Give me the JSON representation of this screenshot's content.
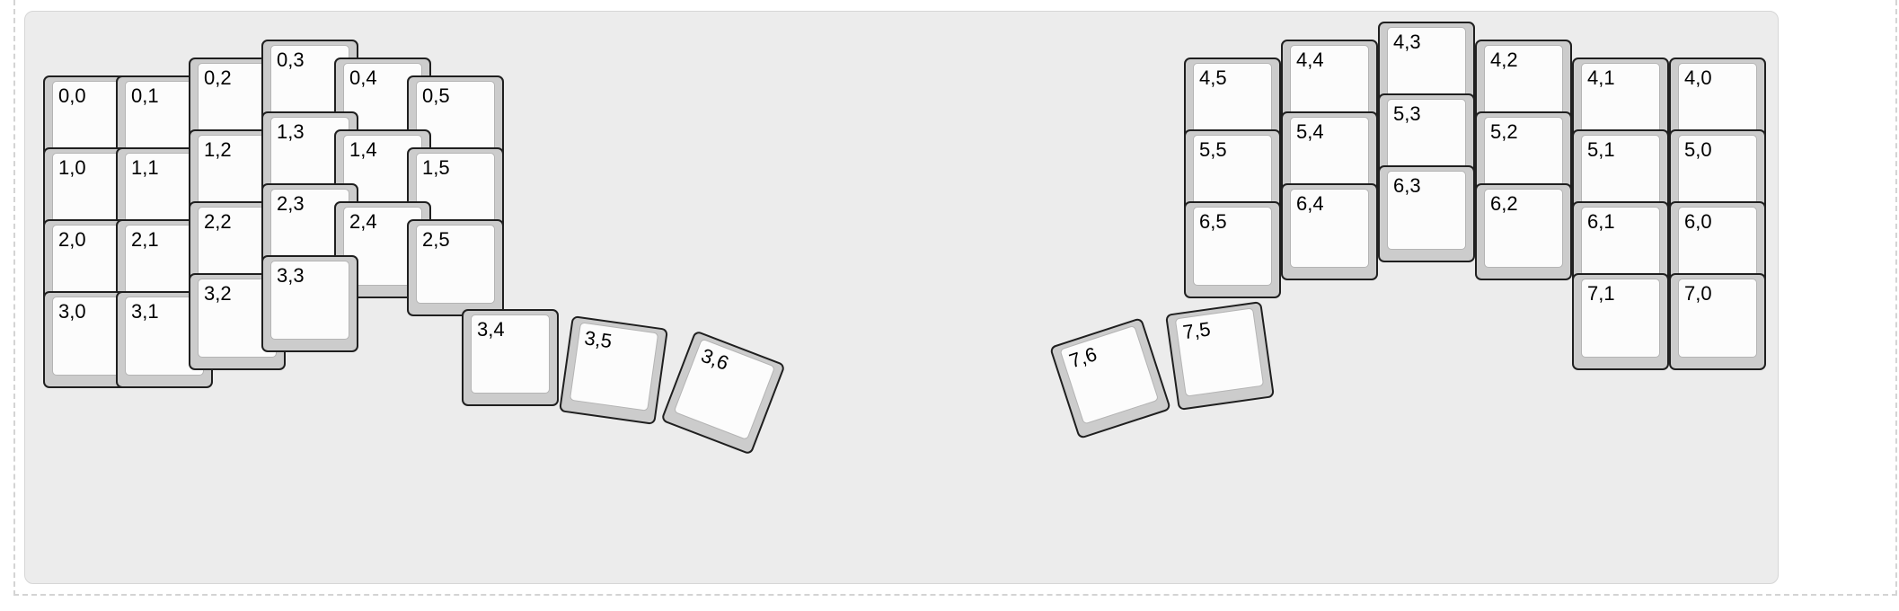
{
  "keyboard": {
    "layout": "split ergonomic, column-staggered with rotated thumb keys",
    "colors": {
      "board_background": "#ececec",
      "key_border": "#1f1f1f",
      "key_side": "#cccccc",
      "key_top": "#fcfcfc"
    },
    "left_half": [
      {
        "label": "0,0"
      },
      {
        "label": "0,1"
      },
      {
        "label": "0,2"
      },
      {
        "label": "0,3"
      },
      {
        "label": "0,4"
      },
      {
        "label": "0,5"
      },
      {
        "label": "1,0"
      },
      {
        "label": "1,1"
      },
      {
        "label": "1,2"
      },
      {
        "label": "1,3"
      },
      {
        "label": "1,4"
      },
      {
        "label": "1,5"
      },
      {
        "label": "2,0"
      },
      {
        "label": "2,1"
      },
      {
        "label": "2,2"
      },
      {
        "label": "2,3"
      },
      {
        "label": "2,4"
      },
      {
        "label": "2,5"
      },
      {
        "label": "3,0"
      },
      {
        "label": "3,1"
      },
      {
        "label": "3,2"
      },
      {
        "label": "3,3"
      },
      {
        "label": "3,4"
      },
      {
        "label": "3,5"
      },
      {
        "label": "3,6"
      }
    ],
    "right_half": [
      {
        "label": "4,5"
      },
      {
        "label": "4,4"
      },
      {
        "label": "4,3"
      },
      {
        "label": "4,2"
      },
      {
        "label": "4,1"
      },
      {
        "label": "4,0"
      },
      {
        "label": "5,5"
      },
      {
        "label": "5,4"
      },
      {
        "label": "5,3"
      },
      {
        "label": "5,2"
      },
      {
        "label": "5,1"
      },
      {
        "label": "5,0"
      },
      {
        "label": "6,5"
      },
      {
        "label": "6,4"
      },
      {
        "label": "6,3"
      },
      {
        "label": "6,2"
      },
      {
        "label": "6,1"
      },
      {
        "label": "6,0"
      },
      {
        "label": "7,1"
      },
      {
        "label": "7,0"
      },
      {
        "label": "7,6"
      },
      {
        "label": "7,5"
      }
    ]
  }
}
